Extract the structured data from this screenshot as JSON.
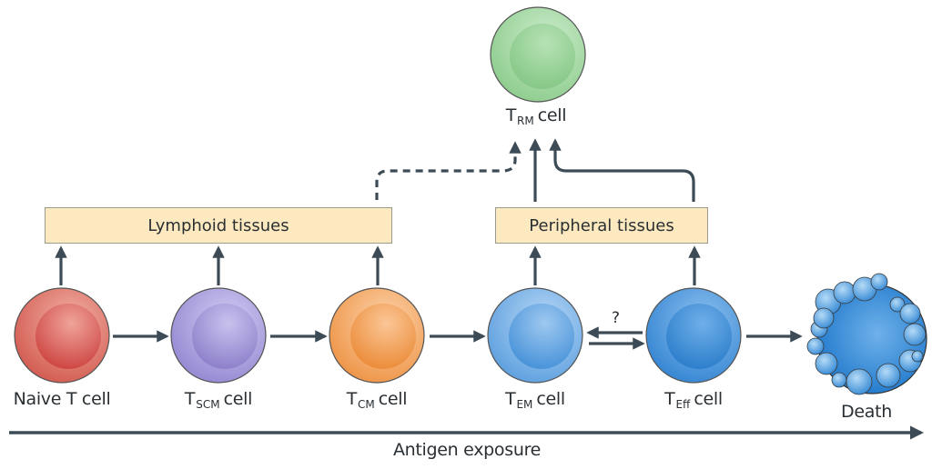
{
  "title": "T cell differentiation along antigen exposure",
  "colors": {
    "arrow": "#3c4b55",
    "box_fill": "#fde9bf",
    "naive": "#d9534f",
    "tscm": "#9b8fd6",
    "tcm": "#f0963f",
    "tem": "#5a9fe0",
    "teff": "#3d8fd8",
    "trm": "#8fcf8f",
    "death": "#2f86d3"
  },
  "cells": [
    {
      "id": "naive",
      "main": "Naive T cell",
      "sub": "",
      "suffix": ""
    },
    {
      "id": "tscm",
      "main": "T",
      "sub": "SCM",
      "suffix": "cell"
    },
    {
      "id": "tcm",
      "main": "T",
      "sub": "CM",
      "suffix": "cell"
    },
    {
      "id": "tem",
      "main": "T",
      "sub": "EM",
      "suffix": "cell"
    },
    {
      "id": "teff",
      "main": "T",
      "sub": "Eff",
      "suffix": "cell"
    },
    {
      "id": "death",
      "main": "Death",
      "sub": "",
      "suffix": ""
    },
    {
      "id": "trm",
      "main": "T",
      "sub": "RM",
      "suffix": "cell"
    }
  ],
  "boxes": {
    "lymphoid": "Lymphoid tissues",
    "peripheral": "Peripheral tissues"
  },
  "question_mark": "?",
  "axis_label": "Antigen exposure"
}
